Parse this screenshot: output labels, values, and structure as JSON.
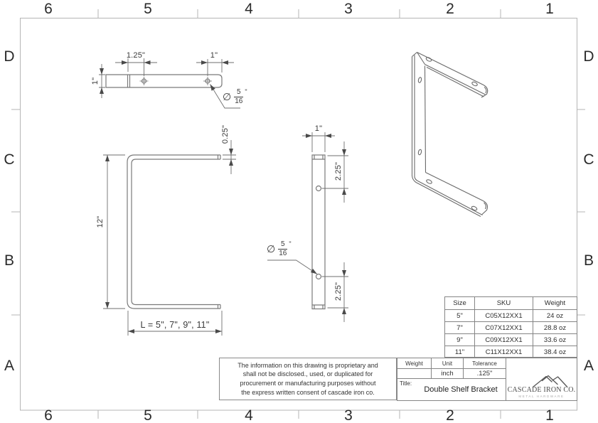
{
  "sheet": {
    "zone_columns": [
      "6",
      "5",
      "4",
      "3",
      "2",
      "1"
    ],
    "zone_rows": [
      "D",
      "C",
      "B",
      "A"
    ]
  },
  "views": {
    "top": {
      "dim_hole_inset": "1.25\"",
      "dim_end_offset": "1\"",
      "dim_width": "1\"",
      "hole_callout": {
        "symbol": "∅",
        "numerator": "5",
        "denominator": "16",
        "unit_mark": "\""
      }
    },
    "side": {
      "dim_height": "12\"",
      "dim_thickness": "0.25\"",
      "dim_lengths": "L = 5\", 7\", 9\", 11\""
    },
    "front": {
      "dim_width": "1\"",
      "dim_hole_top": "2.25\"",
      "dim_hole_bottom": "2.25\"",
      "hole_callout": {
        "symbol": "∅",
        "numerator": "5",
        "denominator": "16",
        "unit_mark": "\""
      }
    }
  },
  "size_table": {
    "headers": [
      "Size",
      "SKU",
      "Weight"
    ],
    "rows": [
      [
        "5\"",
        "C05X12XX1",
        "24 oz"
      ],
      [
        "7\"",
        "C07X12XX1",
        "28.8 oz"
      ],
      [
        "9\"",
        "C09X12XX1",
        "33.6 oz"
      ],
      [
        "11\"",
        "C11X12XX1",
        "38.4 oz"
      ]
    ]
  },
  "notes": {
    "lines": [
      "The information on this drawing is proprietary and",
      "shall not be disclosed., used, or duplicated for",
      "procurement or manufacturing purposes without",
      "the express written consent of cascade iron co."
    ]
  },
  "title_block": {
    "weight_label": "Weight",
    "unit_label": "Unit",
    "tolerance_label": "Tolerance",
    "unit_value": "inch",
    "tolerance_value": ".125\"",
    "title_label": "Title:",
    "title_value": "Double Shelf Bracket"
  },
  "logo": {
    "name": "CASCADE IRON CO.",
    "tagline": "METAL HARDWARE"
  },
  "colors": {
    "geometry_line": "#7a7a7a",
    "dimension_line": "#6f6f6f",
    "arrow": "#4a4a4a",
    "border": "#b5b5b5",
    "text": "#3a3a3a"
  }
}
